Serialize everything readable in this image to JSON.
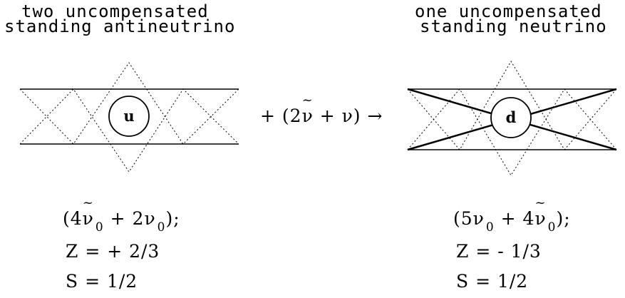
{
  "left": {
    "heading_line1": "two uncompensated",
    "heading_line2": "standing antineutrino",
    "particle": "u",
    "composition": {
      "open": "(4",
      "nu1": "ν",
      "sub1": "0",
      "plus": "+ 2",
      "nu2": "ν",
      "sub2": "0",
      "close": ");"
    },
    "charge": "Z = + 2/3",
    "spin": "S = 1/2"
  },
  "right": {
    "heading_line1": "one uncompensated",
    "heading_line2": "standing neutrino",
    "particle": "d",
    "composition": {
      "open": "(5",
      "nu1": "ν",
      "sub1": "0",
      "plus": "+ 4",
      "nu2": "ν",
      "sub2": "0",
      "close": ");"
    },
    "charge": "Z = - 1/3",
    "spin": "S = 1/2"
  },
  "reaction": {
    "open": "+ (2",
    "nu_anti": "ν",
    "plus": "+ ν)",
    "arrow": "→"
  },
  "tilde_glyph": "~"
}
